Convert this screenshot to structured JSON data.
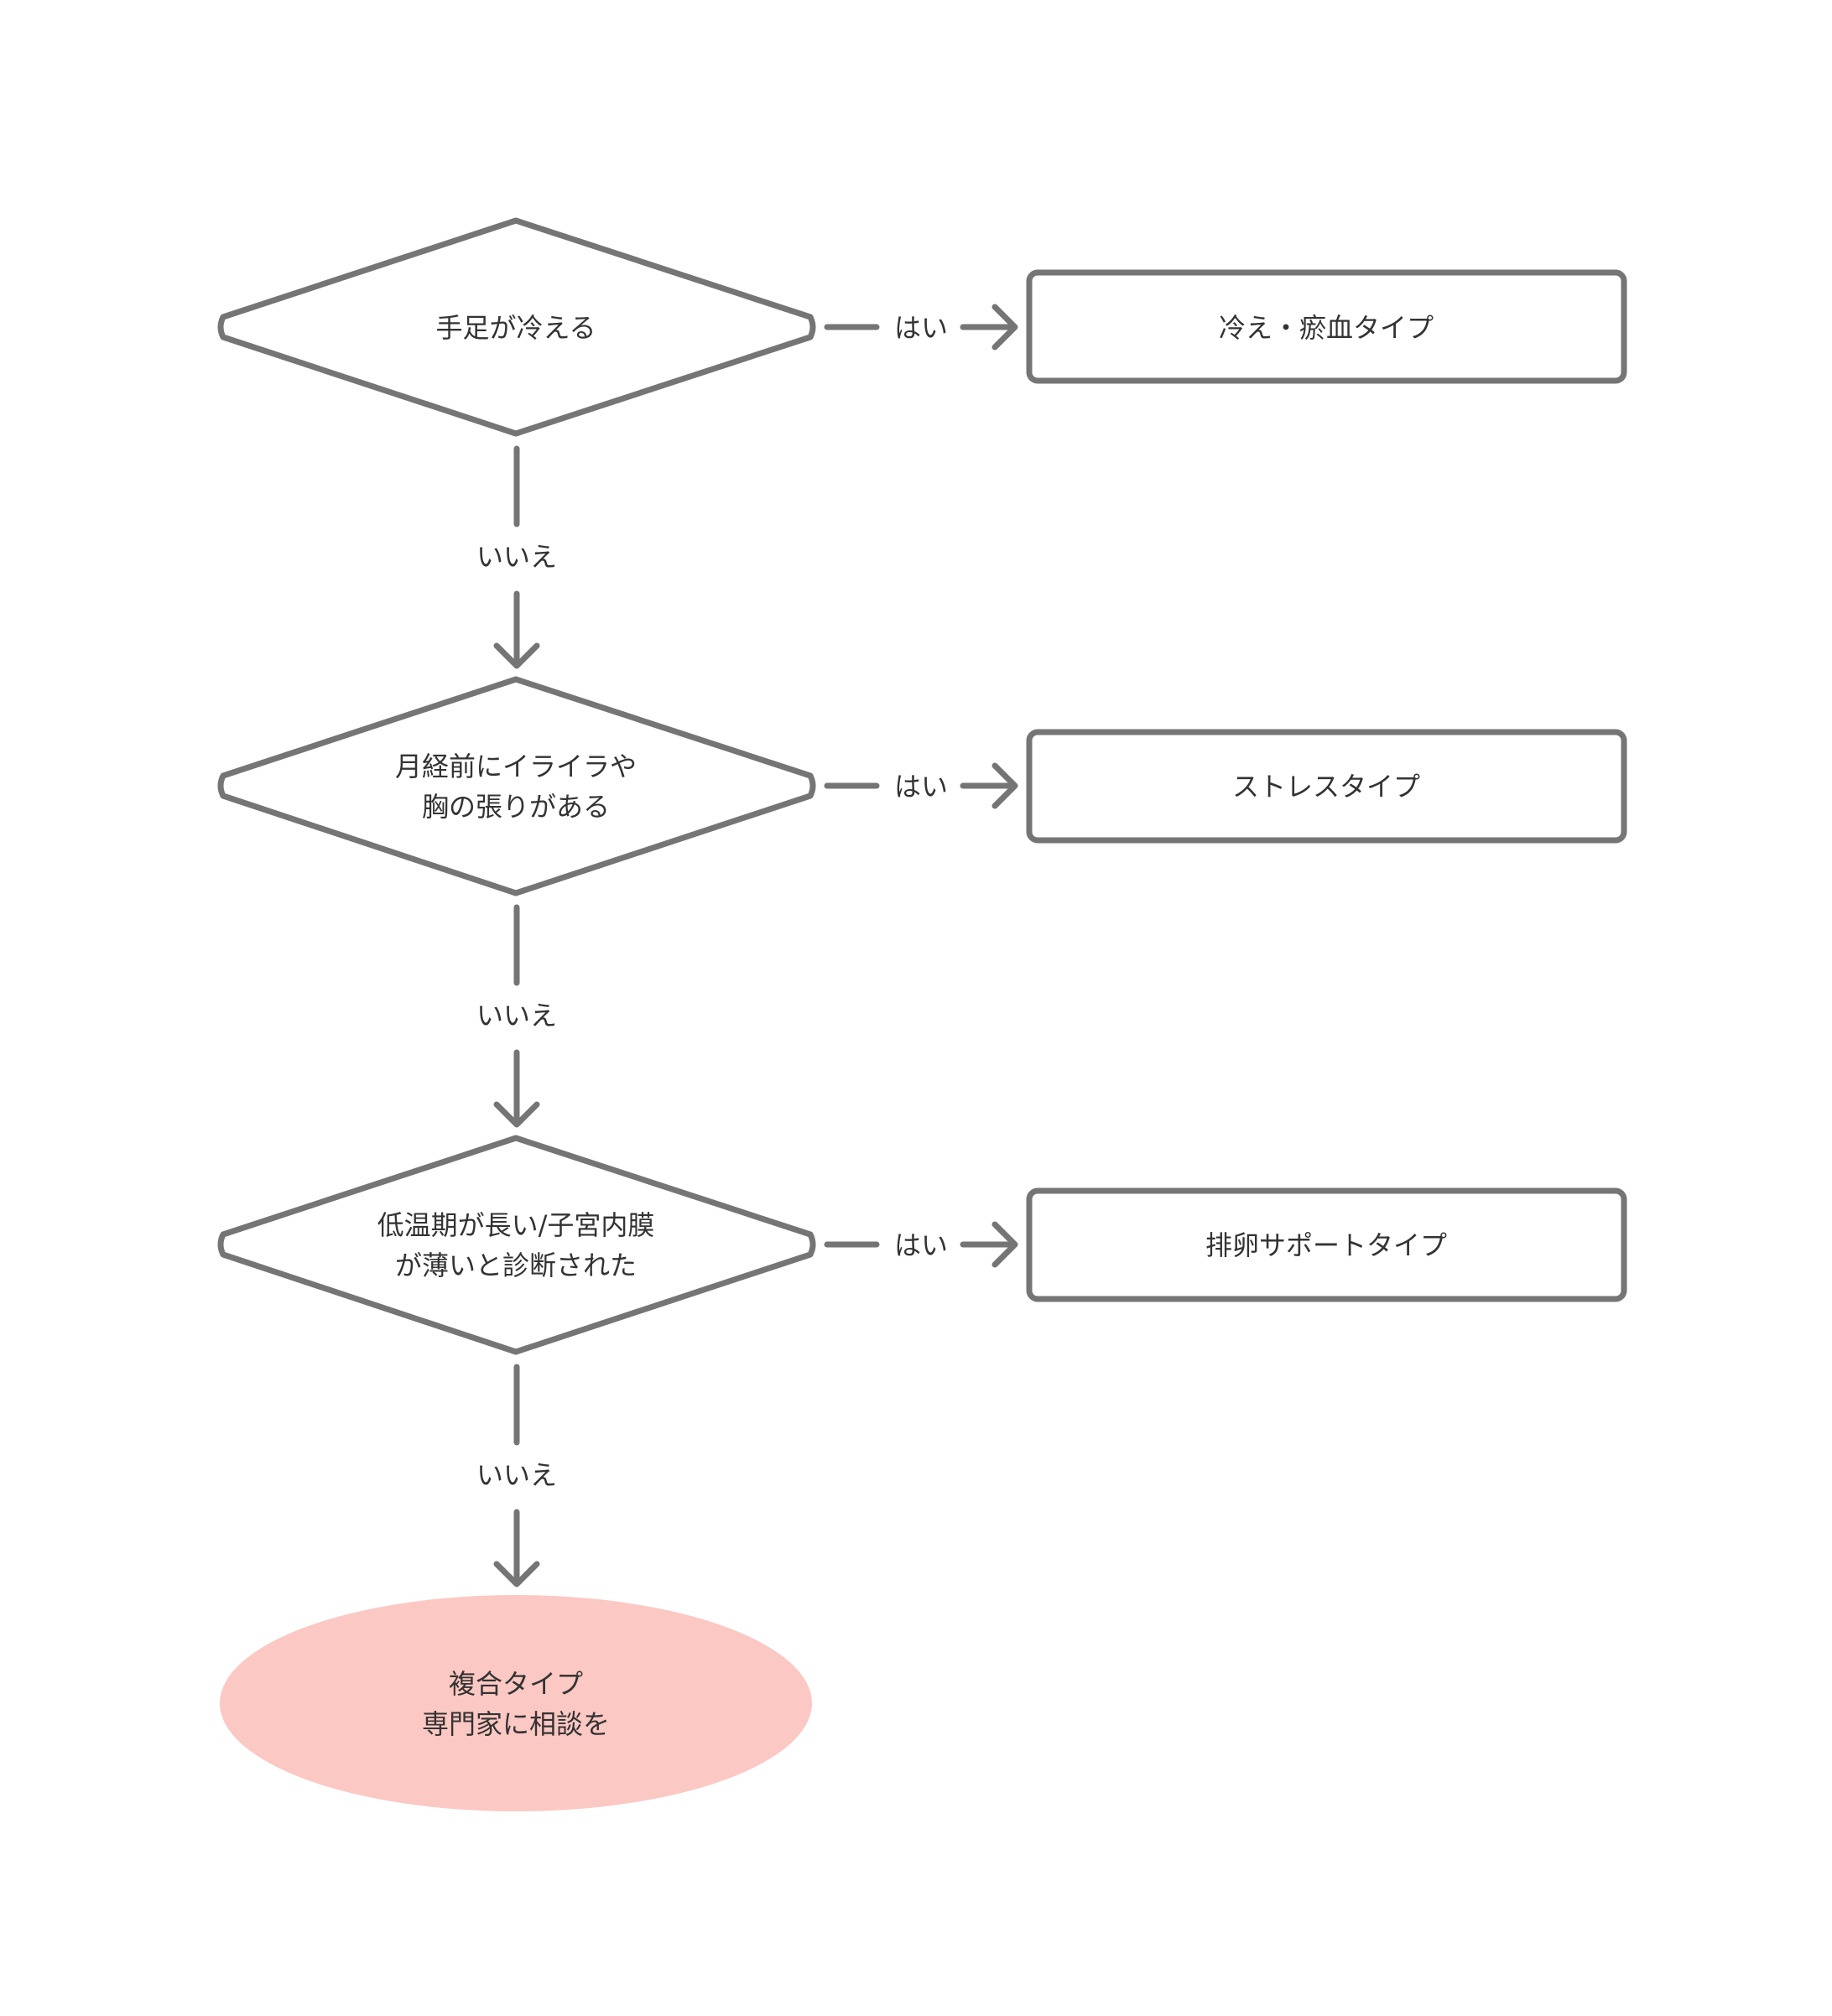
{
  "diagram": {
    "decisions": [
      {
        "lines": [
          "手足が冷える"
        ]
      },
      {
        "lines": [
          "月経前にイライラや",
          "胸の張りがある"
        ]
      },
      {
        "lines": [
          "低温期が長い/子宮内膜",
          "が薄いと診断された"
        ]
      }
    ],
    "results": [
      {
        "label": "冷え・瘀血タイプ"
      },
      {
        "label": "ストレスタイプ"
      },
      {
        "label": "排卵サポートタイプ"
      }
    ],
    "terminal": {
      "lines": [
        "複合タイプ",
        "専門家に相談を"
      ],
      "color": "#fcc8c3"
    },
    "yes_label": "はい",
    "no_label": "いいえ",
    "line_color": "#757575"
  }
}
